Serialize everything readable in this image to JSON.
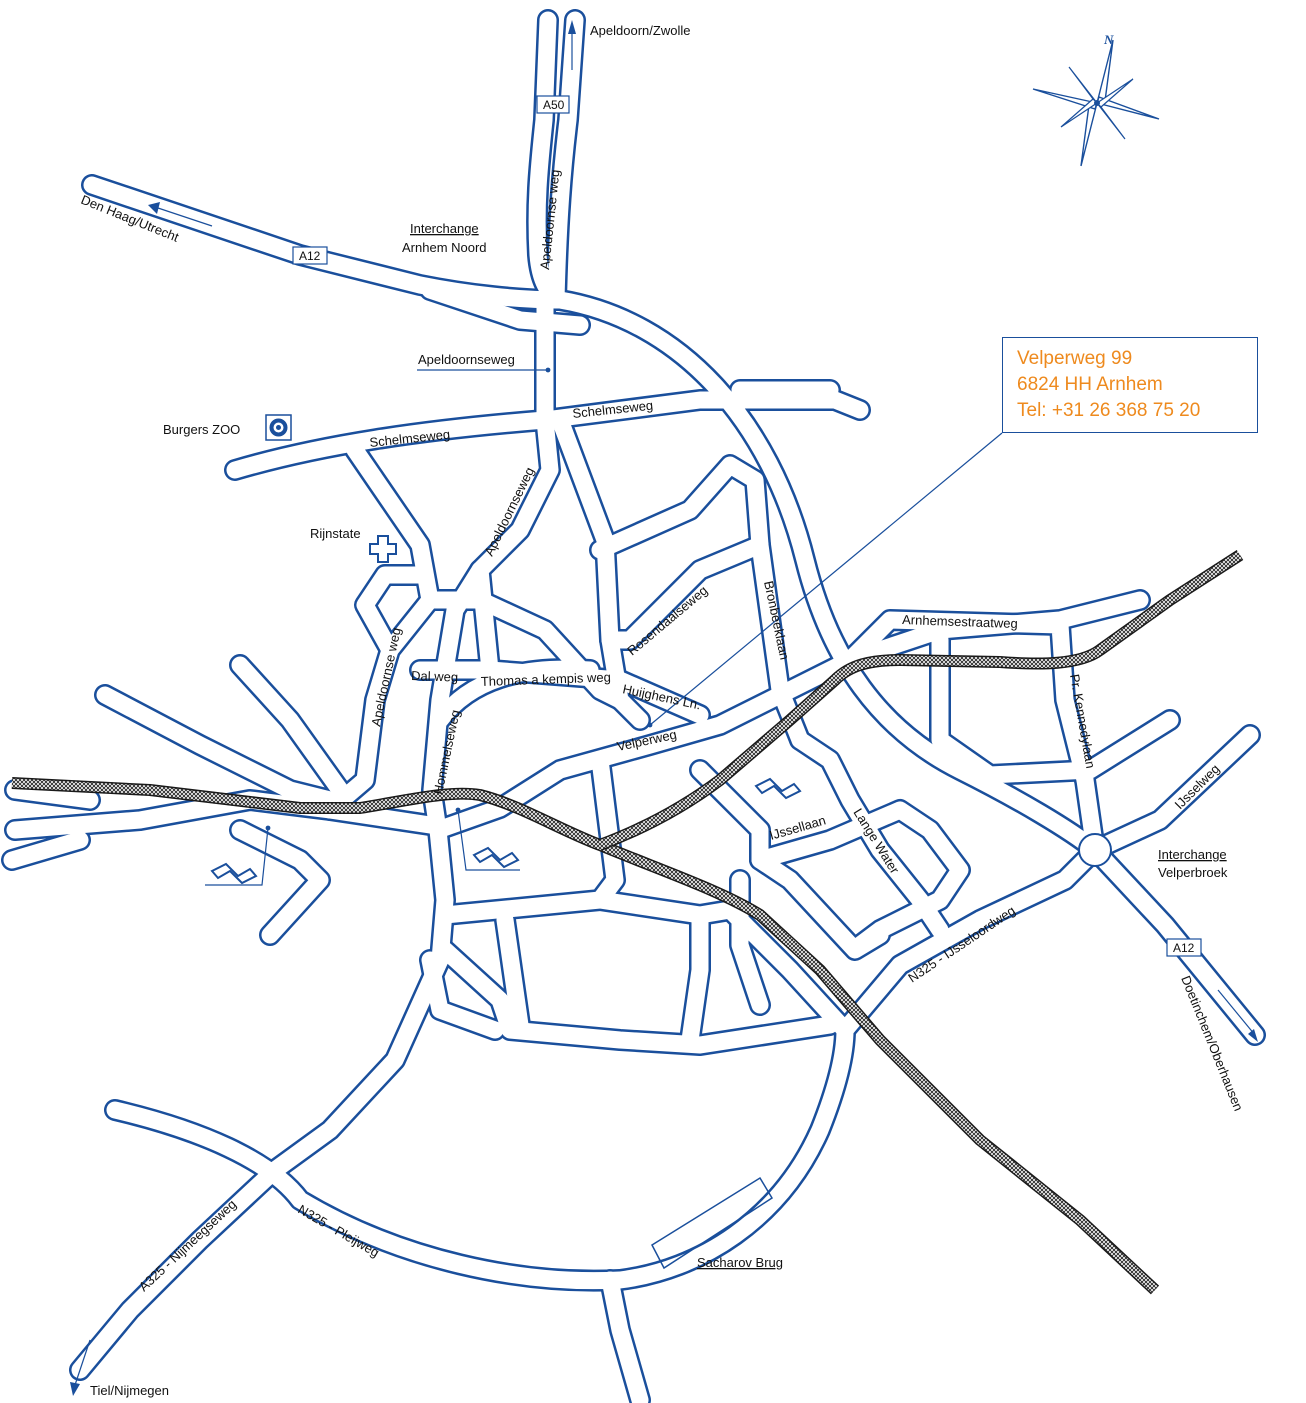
{
  "address": {
    "street": "Velperweg 99",
    "postal": "6824 HH Arnhem",
    "phone": "Tel: +31 26 368 75 20"
  },
  "compass": {
    "north_letter": "N"
  },
  "shields": {
    "a50": "A50",
    "a12_west": "A12",
    "a12_east": "A12"
  },
  "destinations": {
    "apeldoorn_zwolle": "Apeldoorn/Zwolle",
    "den_haag_utrecht": "Den Haag/Utrecht",
    "doetinchem_oberhausen": "Doetinchem/Oberhausen",
    "tiel_nijmegen": "Tiel/Nijmegen"
  },
  "interchanges": {
    "noord_title": "Interchange",
    "noord_name": "Arnhem Noord",
    "velperbroek_title": "Interchange",
    "velperbroek_name": "Velperbroek"
  },
  "places": {
    "burgers_zoo": "Burgers ZOO",
    "rijnstate": "Rijnstate",
    "sacharov_brug": "Sacharov  Brug"
  },
  "streets": {
    "apeldoornseweg_vertical": "Apeldoornse weg",
    "apeldoornseweg_callout": "Apeldoornseweg",
    "schelmseweg_east": "Schelmseweg",
    "schelmseweg_west": "Schelmseweg",
    "apeldoornseweg_mid": "Apeldoornseweg",
    "apeldoornseweg_west": "Apeldoornse weg",
    "rosendaalseweg": "Rosendaalseweg",
    "bronbeeklaan": "Bronbeeklaan",
    "arnhemsestraatweg": "Arnhemsestraatweg",
    "pr_kennedylaan": "Pr. Kennedylaan",
    "ijsselweg": "IJsselweg",
    "dal_weg": "Dal weg",
    "thomas_a_kempis_weg": "Thomas a kempis weg",
    "huijghens_ln": "Huijghens Ln.",
    "velperweg": "Velperweg",
    "hommelseweg": "Hommelseweg",
    "ijssellaan": "IJssellaan",
    "lange_water": "Lange Water",
    "n325_ijsseloordweg": "N325 - IJsseloordweg",
    "a325_nijmeegseweg": "A325 - Nijmeegseweg",
    "n325_pleijweg": "N325 - Pleijweg"
  },
  "colors": {
    "road": "#1a4f9c",
    "address_text": "#ee8a1e",
    "rail": "#1a1a1a"
  },
  "icons": [
    "compass-rose-icon",
    "zoo-icon",
    "hospital-cross-icon",
    "train-station-icon"
  ]
}
